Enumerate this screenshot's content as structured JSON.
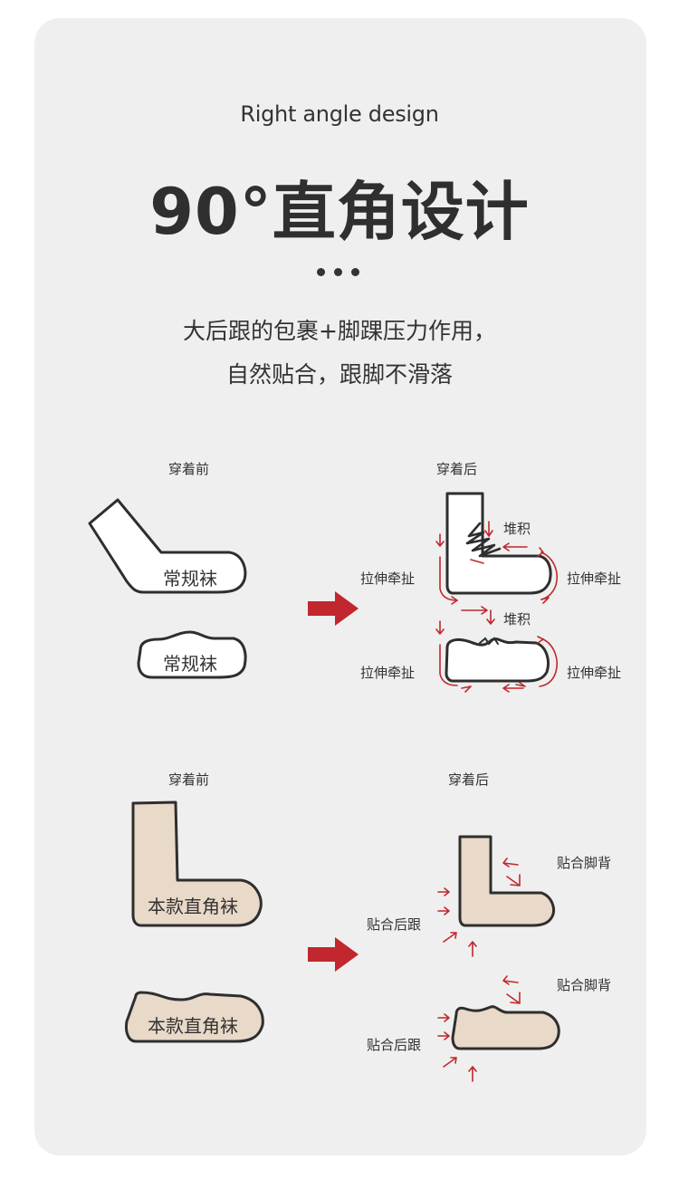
{
  "header": {
    "subtitle": "Right angle design",
    "title": "90°直角设计",
    "desc_line1": "大后跟的包裹+脚踝压力作用，",
    "desc_line2": "自然贴合，跟脚不滑落"
  },
  "section1": {
    "before_label": "穿着前",
    "after_label": "穿着后",
    "sock1_name": "常规袜",
    "sock2_name": "常规袜",
    "pile_label_top": "堆积",
    "pile_label_bottom": "堆积",
    "stretch_left_top": "拉伸牵扯",
    "stretch_right_top": "拉伸牵扯",
    "stretch_left_bottom": "拉伸牵扯",
    "stretch_right_bottom": "拉伸牵扯"
  },
  "section2": {
    "before_label": "穿着前",
    "after_label": "穿着后",
    "sock1_name": "本款直角袜",
    "sock2_name": "本款直角袜",
    "instep_label_top": "贴合脚背",
    "heel_label_top": "贴合后跟",
    "instep_label_bottom": "贴合脚背",
    "heel_label_bottom": "贴合后跟"
  },
  "colors": {
    "card_bg": "#efefef",
    "accent_red": "#c1272d",
    "sock_beige": "#e8d9c8",
    "ink": "#2e2e2e"
  }
}
